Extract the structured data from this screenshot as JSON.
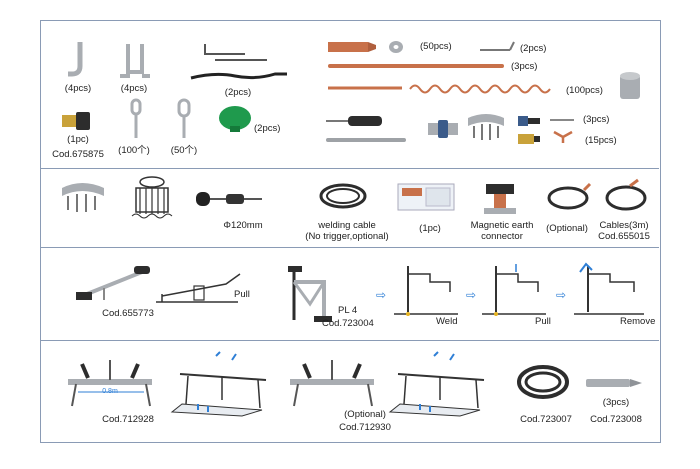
{
  "sections": {
    "s1": {
      "q_bracket1": "(4pcs)",
      "q_bracket2": "(4pcs)",
      "q_hook_rod": "(2pcs)",
      "q_tip": "(1pc)",
      "cod_tip": "Cod.675875",
      "q_key1": "(100个)",
      "q_key2": "(50个)",
      "q_cup": "(2pcs)",
      "q_washer": "(50pcs)",
      "q_hook_pin": "(2pcs)",
      "q_rod": "(3pcs)",
      "q_wave": "(100pcs)",
      "q_screw": "(3pcs)",
      "q_stud": "(15pcs)"
    },
    "s2": {
      "diameter": "Φ120mm",
      "welding_cable_1": "welding cable",
      "welding_cable_2": "(No trigger,optional)",
      "q_box": "(1pc)",
      "mag_1": "Magnetic earth",
      "mag_2": "connector",
      "optional": "(Optional)",
      "cables": "Cables(3m)",
      "cod_cables": "Cod.655015"
    },
    "s3": {
      "cod_lever": "Cod.655773",
      "pull": "Pull",
      "pl4": "PL 4",
      "cod_pl4": "Cod.723004",
      "step_weld": "Weld",
      "step_pull": "Pull",
      "step_remove": "Remove",
      "arrow": "⇨"
    },
    "s4": {
      "cod_bar1": "Cod.712928",
      "optional": "(Optional)",
      "cod_bar2": "Cod.712930",
      "cod_coil": "Cod.723007",
      "q_tip": "(3pcs)",
      "cod_tip": "Cod.723008",
      "dim": "0.8m"
    }
  },
  "colors": {
    "border": "#8a9bb5",
    "copper": "#c8714a",
    "metal": "#a9adb2",
    "dark": "#2d2d2d",
    "green": "#1f9a4d",
    "blue_arrow": "#2f7fd6",
    "yellow": "#e6b422"
  }
}
